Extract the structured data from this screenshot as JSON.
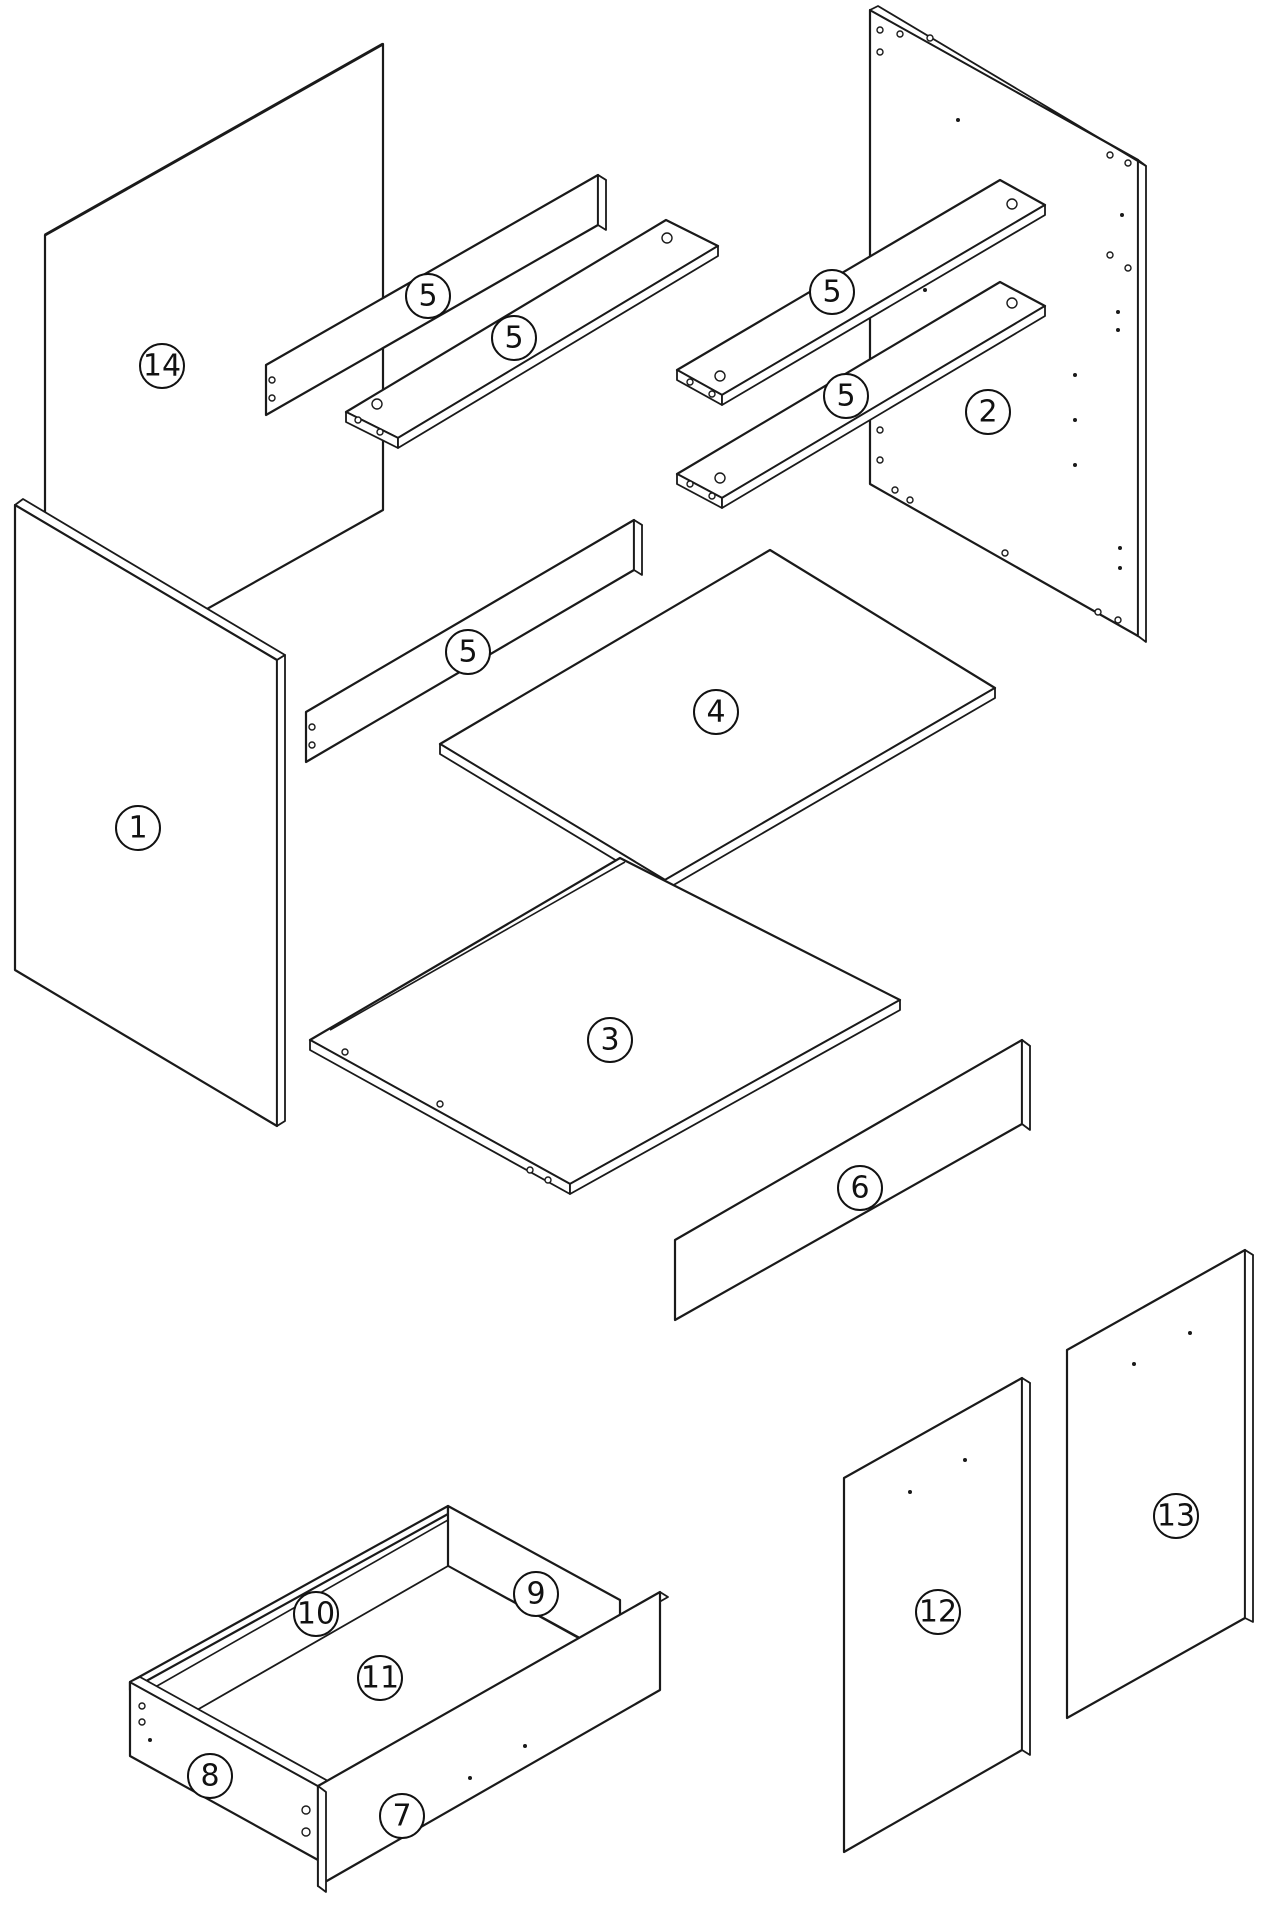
{
  "diagram": {
    "parts": [
      {
        "id": "14",
        "label": "14"
      },
      {
        "id": "5a",
        "label": "5"
      },
      {
        "id": "5b",
        "label": "5"
      },
      {
        "id": "5c",
        "label": "5"
      },
      {
        "id": "5d",
        "label": "5"
      },
      {
        "id": "2",
        "label": "2"
      },
      {
        "id": "1",
        "label": "1"
      },
      {
        "id": "5e",
        "label": "5"
      },
      {
        "id": "4",
        "label": "4"
      },
      {
        "id": "3",
        "label": "3"
      },
      {
        "id": "6",
        "label": "6"
      },
      {
        "id": "13",
        "label": "13"
      },
      {
        "id": "12",
        "label": "12"
      },
      {
        "id": "10",
        "label": "10"
      },
      {
        "id": "9",
        "label": "9"
      },
      {
        "id": "11",
        "label": "11"
      },
      {
        "id": "8",
        "label": "8"
      },
      {
        "id": "7",
        "label": "7"
      }
    ]
  },
  "colors": {
    "line": "#1a1a1a",
    "fill": "#ffffff"
  }
}
